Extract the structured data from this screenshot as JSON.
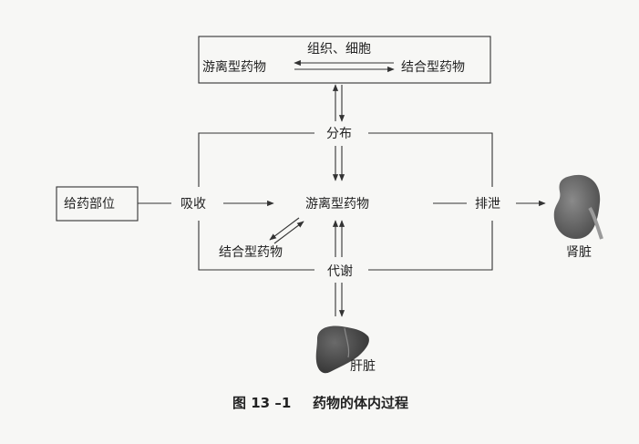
{
  "diagram": {
    "tissue_box": {
      "left_label": "游离型药物",
      "top_label": "组织、细胞",
      "right_label": "结合型药物"
    },
    "site_label": "给药部位",
    "absorption_label": "吸收",
    "center_label": "游离型药物",
    "distribution_label": "分布",
    "excretion_label": "排泄",
    "bound_label": "结合型药物",
    "metabolism_label": "代谢",
    "kidney_label": "肾脏",
    "liver_label": "肝脏"
  },
  "caption": {
    "number": "图 13 –1",
    "title": "药物的体内过程"
  },
  "colors": {
    "kidney": "#5a5a5a",
    "liver": "#3e3e3e",
    "line": "#333333"
  }
}
